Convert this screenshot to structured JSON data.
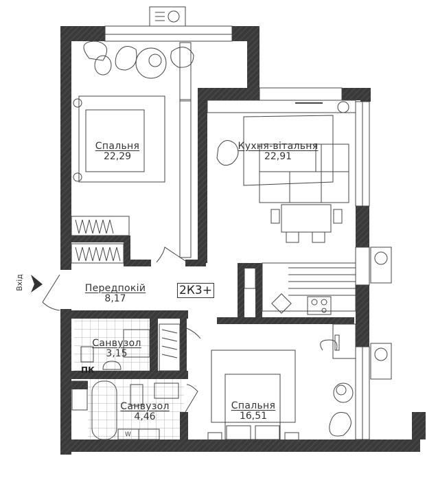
{
  "plan": {
    "type_badge": "2К3+",
    "entrance_label": "Вхід",
    "riser_label": "ПК",
    "washer_label": "W",
    "rooms": [
      {
        "id": "bedroom-1",
        "name": "Спальня",
        "area": "22,29"
      },
      {
        "id": "kitchen-living",
        "name": "Кухня-вітальня",
        "area": "22,91"
      },
      {
        "id": "hallway",
        "name": "Передпокій",
        "area": "8,17"
      },
      {
        "id": "bathroom-1",
        "name": "Санвузол",
        "area": "3,15"
      },
      {
        "id": "bathroom-2",
        "name": "Санвузол",
        "area": "4,46"
      },
      {
        "id": "bedroom-2",
        "name": "Спальня",
        "area": "16,51"
      }
    ]
  },
  "colors": {
    "wall": "#3a3a3a",
    "line": "#444444",
    "background": "#ffffff"
  }
}
